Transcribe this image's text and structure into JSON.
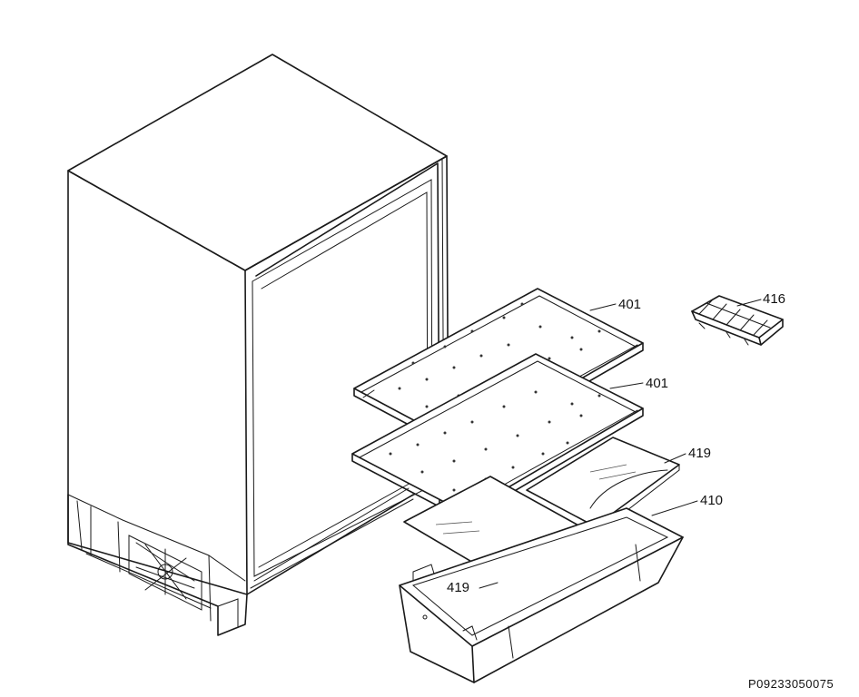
{
  "labels": {
    "shelf_upper": "401",
    "shelf_lower": "401",
    "ice_tray": "416",
    "cover_right": "419",
    "cover_left": "419",
    "drawer": "410"
  },
  "figure_code": "P09233050075"
}
